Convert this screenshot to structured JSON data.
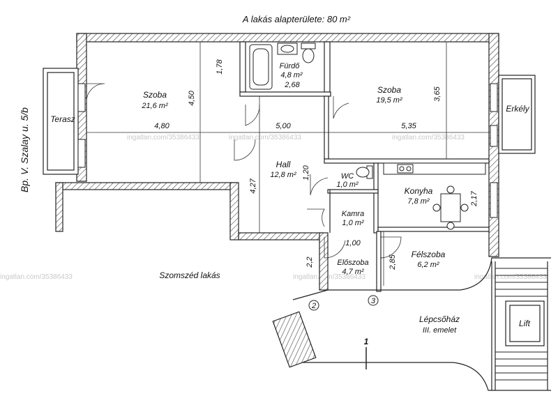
{
  "title": "A lakás alapterülete: 80 m²",
  "street": "Bp. V. Szalay u. 5/b",
  "watermark": "ingatlan.com/35386433",
  "neighbor": "Szomszéd lakás",
  "rooms": {
    "szoba_left": {
      "name": "Szoba",
      "area": "21,6 m²"
    },
    "furdo": {
      "name": "Fürdő",
      "area": "4,8 m²"
    },
    "szoba_right": {
      "name": "Szoba",
      "area": "19,5 m²"
    },
    "hall": {
      "name": "Hall",
      "area": "12,8 m²"
    },
    "wc": {
      "name": "WC",
      "area": "1,0 m²"
    },
    "konyha": {
      "name": "Konyha",
      "area": "7,8 m²"
    },
    "kamra": {
      "name": "Kamra",
      "area": "1,0 m²"
    },
    "felszoba": {
      "name": "Félszoba",
      "area": "6,2 m²"
    },
    "eloszoba": {
      "name": "Előszoba",
      "area": "4,7 m²"
    },
    "terasz": {
      "name": "Terasz"
    },
    "erkely": {
      "name": "Erkély"
    },
    "lift": {
      "name": "Lift"
    },
    "lepcsohaz": {
      "name": "Lépcsőház",
      "floor": "III. emelet"
    }
  },
  "dimensions": {
    "d480": "4,80",
    "d500": "5,00",
    "d535": "5,35",
    "d450": "4,50",
    "d178": "1,78",
    "d268": "2,68",
    "d365": "3,65",
    "d427": "4,27",
    "d120": "1,20",
    "d217": "2,17",
    "d100": "1,00",
    "d285": "2,85",
    "d22": "2,2"
  },
  "markers": {
    "m1": "1",
    "m2": "2",
    "m3": "3"
  }
}
